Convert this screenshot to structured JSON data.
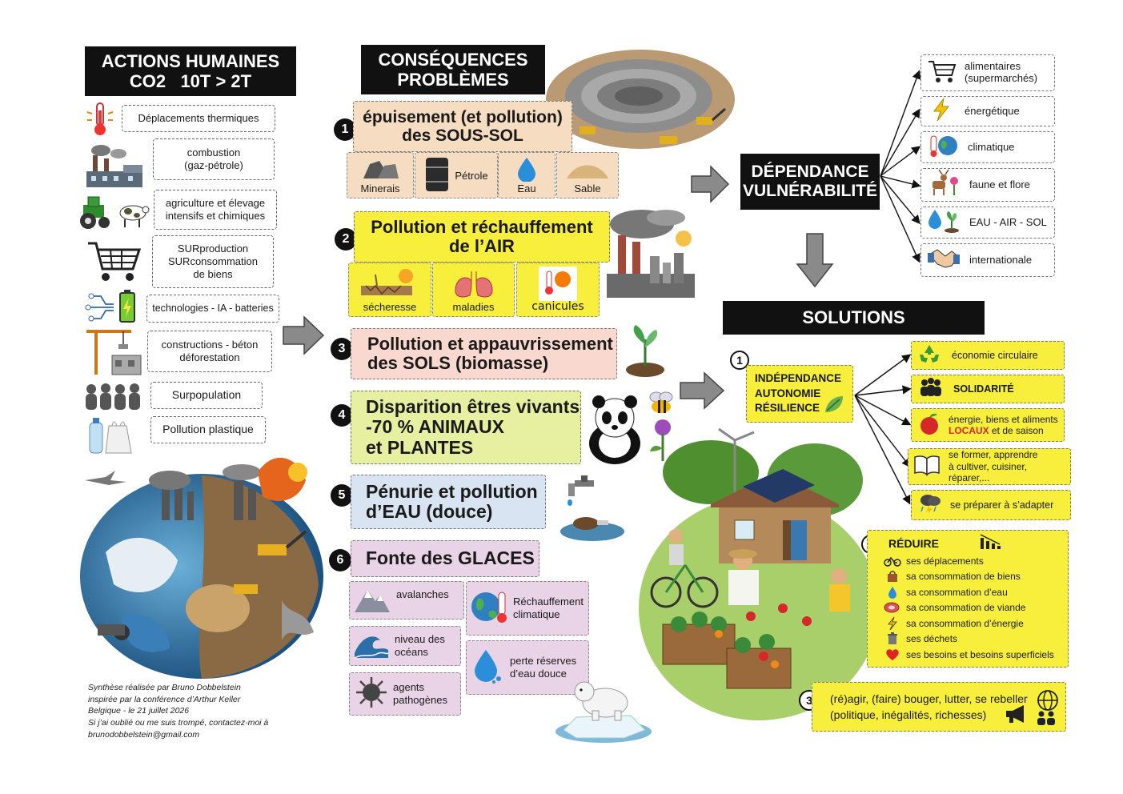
{
  "actions": {
    "title_line1": "ACTIONS HUMAINES",
    "title_line2": "CO2   10T > 2T",
    "items": [
      {
        "label": "Déplacements thermiques",
        "icon": "thermometer-icon"
      },
      {
        "label": "combustion\n(gaz-pétrole)",
        "icon": "factory-icon"
      },
      {
        "label": "agriculture et élevage\nintensifs et chimiques",
        "icon": "tractor-icon"
      },
      {
        "label": "SURproduction\nSURconsommation\nde biens",
        "icon": "shopping-cart-icon"
      },
      {
        "label": "technologies - IA - batteries",
        "icon": "battery-icon"
      },
      {
        "label": "constructions - béton\ndéforestation",
        "icon": "crane-icon"
      },
      {
        "label": "Surpopulation",
        "icon": "crowd-icon"
      },
      {
        "label": "Pollution plastique",
        "icon": "plastic-bottle-icon"
      }
    ]
  },
  "consequences": {
    "title_line1": "CONSÉQUENCES",
    "title_line2": "PROBLÈMES",
    "items": [
      {
        "num": "1",
        "line1": "épuisement (et pollution)",
        "line2": "des SOUS-SOL",
        "color": "#f6dcc0",
        "subs": [
          {
            "label": "Minerais",
            "icon": "rocks-icon"
          },
          {
            "label": "Pétrole",
            "icon": "oil-barrel-icon"
          },
          {
            "label": "Eau",
            "icon": "water-drop-icon"
          },
          {
            "label": "Sable",
            "icon": "sand-pile-icon"
          }
        ]
      },
      {
        "num": "2",
        "line1": "Pollution et réchauffement",
        "line2": "de l’AIR",
        "color": "#f7ef3c",
        "subs": [
          {
            "label": "sécheresse",
            "icon": "dry-soil-icon"
          },
          {
            "label": "maladies",
            "icon": "lungs-icon"
          },
          {
            "label": "canicules",
            "icon": "heat-icon"
          }
        ]
      },
      {
        "num": "3",
        "line1": "Pollution et appauvrissement",
        "line2": "des SOLS (biomasse)",
        "color": "#f9d9cf"
      },
      {
        "num": "4",
        "line1": "Disparition êtres vivants",
        "line2": "-70 % ANIMAUX",
        "line3": "et PLANTES",
        "color": "#e6f0a0"
      },
      {
        "num": "5",
        "line1": "Pénurie et pollution",
        "line2": "d’EAU (douce)",
        "color": "#d9e4f2"
      },
      {
        "num": "6",
        "line1": "Fonte des GLACES",
        "color": "#e9d3e6",
        "subs": [
          {
            "label": "avalanches",
            "icon": "mountain-icon"
          },
          {
            "label": "Réchauffement\nclimatique",
            "icon": "globe-thermometer-icon"
          },
          {
            "label": "niveau des\nocéans",
            "icon": "wave-icon"
          },
          {
            "label": "perte réserves\nd’eau douce",
            "icon": "water-drops-icon"
          },
          {
            "label": "agents\npathogènes",
            "icon": "virus-icon"
          }
        ]
      }
    ]
  },
  "dependance": {
    "title_line1": "DÉPENDANCE",
    "title_line2": "VULNÉRABILITÉ",
    "items": [
      {
        "label": "alimentaires\n(supermarchés)",
        "icon": "shopping-cart-icon"
      },
      {
        "label": "énergétique",
        "icon": "lightning-icon"
      },
      {
        "label": "climatique",
        "icon": "globe-thermometer-icon"
      },
      {
        "label": "faune et flore",
        "icon": "deer-flower-icon"
      },
      {
        "label": "EAU - AIR - SOL",
        "icon": "water-plant-icon"
      },
      {
        "label": "internationale",
        "icon": "handshake-icon"
      }
    ]
  },
  "solutions": {
    "title": "SOLUTIONS",
    "s1": {
      "num": "1",
      "label_line1": "INDÉPENDANCE",
      "label_line2": "AUTONOMIE",
      "label_line3": "RÉSILIENCE",
      "items": [
        {
          "label": "économie circulaire",
          "icon": "recycle-icon"
        },
        {
          "label": "SOLIDARITÉ",
          "icon": "people-group-icon"
        },
        {
          "label_a": "énergie, biens et aliments",
          "label_b": "LOCAUX",
          "label_c": " et de saison",
          "icon": "apple-icon"
        },
        {
          "label": "se former, apprendre\nà cultiver, cuisiner, réparer,...",
          "icon": "book-icon"
        },
        {
          "label": "se préparer à s’adapter",
          "icon": "storm-cloud-icon"
        }
      ]
    },
    "s2": {
      "num": "2",
      "title": "RÉDUIRE",
      "items": [
        {
          "label": "ses déplacements",
          "icon": "bicycle-icon"
        },
        {
          "label": "sa consommation de biens",
          "icon": "bag-icon"
        },
        {
          "label": "sa consommation d’eau",
          "icon": "water-drop-icon"
        },
        {
          "label": "sa consommation de viande",
          "icon": "meat-icon"
        },
        {
          "label": "sa consommation d’énergie",
          "icon": "lightning-icon"
        },
        {
          "label": "ses déchets",
          "icon": "trash-icon"
        },
        {
          "label": "ses besoins et besoins superficiels",
          "icon": "heart-icon"
        }
      ]
    },
    "s3": {
      "num": "3",
      "line1": "(ré)agir, (faire) bouger, lutter, se rebeller",
      "line2": "(politique, inégalités, richesses)"
    }
  },
  "credit": {
    "line1": "Synthèse réalisée par Bruno Dobbelstein",
    "line2": "inspirée par la conférence d’Arthur Keller",
    "line3": "Belgique - le 21 juillet 2026",
    "line4": "Si j’ai oublié ou me suis trompé, contactez-moi à",
    "line5": "brunodobbelstein@gmail.com"
  },
  "colors": {
    "black": "#111111",
    "yellow": "#f7ef3c",
    "arrow_gray": "#8a8a8a"
  }
}
